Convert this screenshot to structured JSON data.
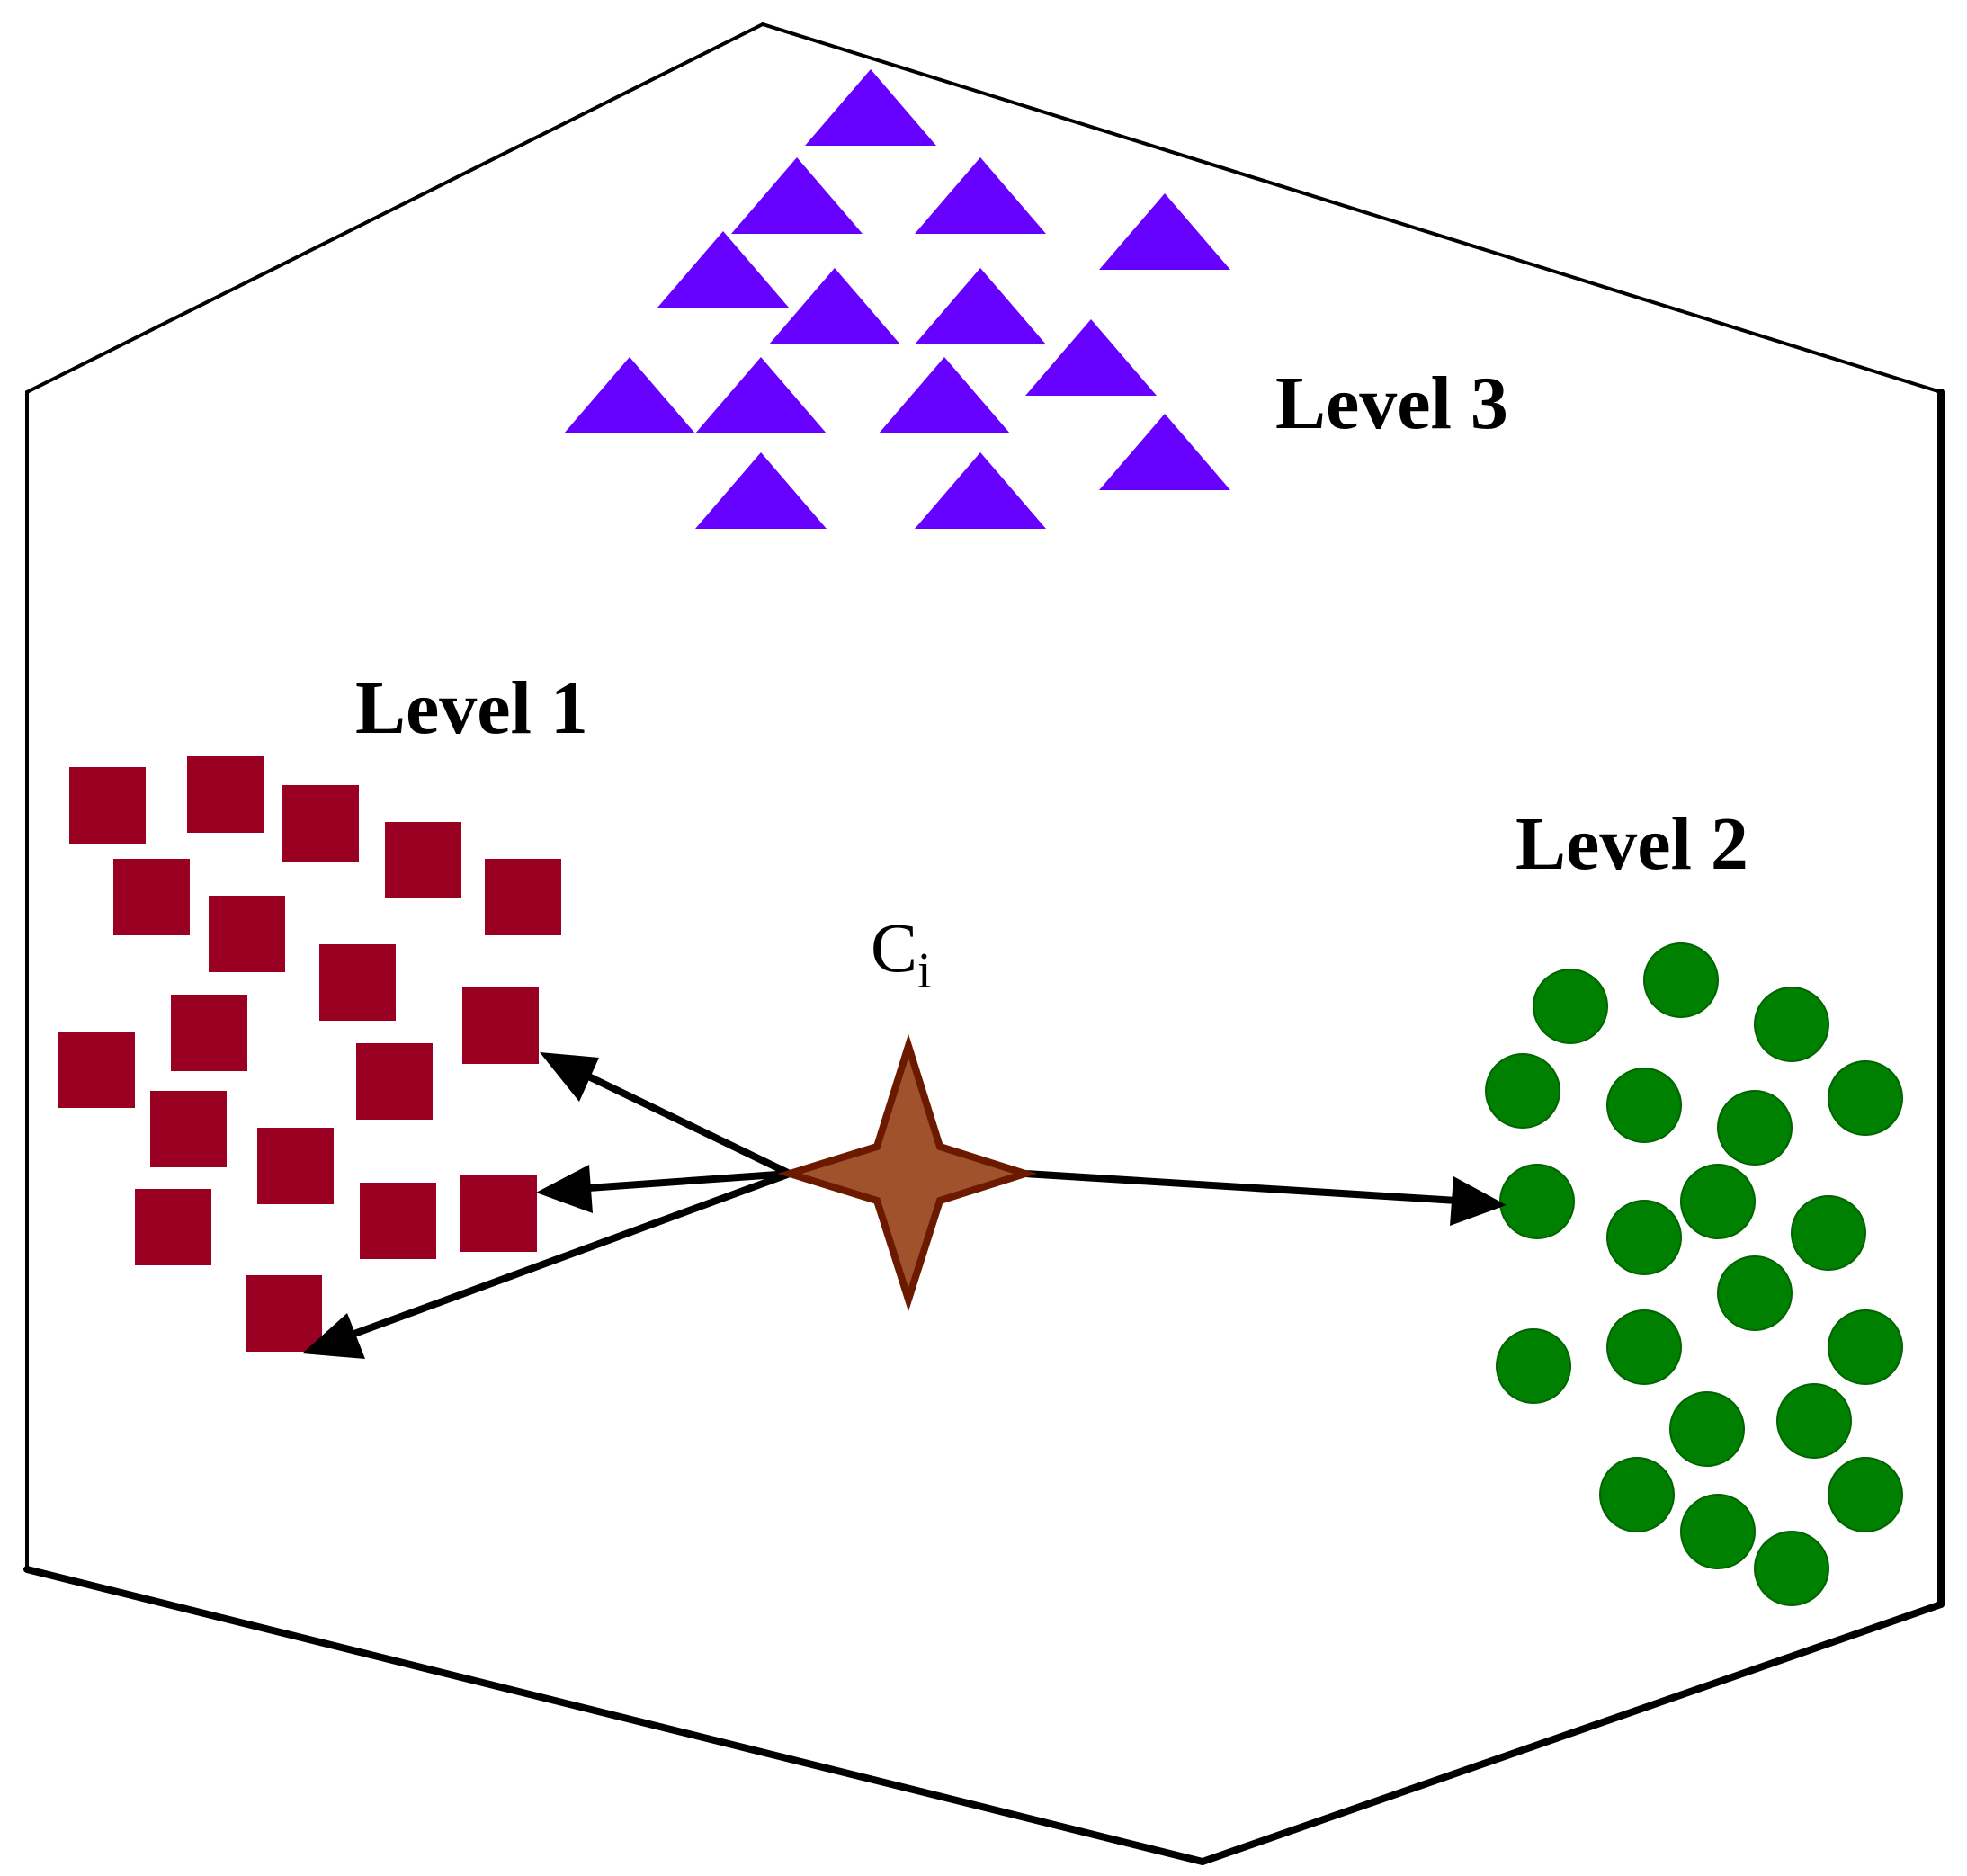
{
  "labels": {
    "level1": "Level 1",
    "level2": "Level 2",
    "level3": "Level 3",
    "centroid_main": "C",
    "centroid_sub": "i"
  },
  "colors": {
    "square": "#990021",
    "circle": "#008000",
    "circle_stroke": "#006400",
    "triangle": "#6600ff",
    "star_fill": "#a0522d",
    "star_stroke": "#6b1a00",
    "arrow": "#000000",
    "outline": "#000000"
  }
}
